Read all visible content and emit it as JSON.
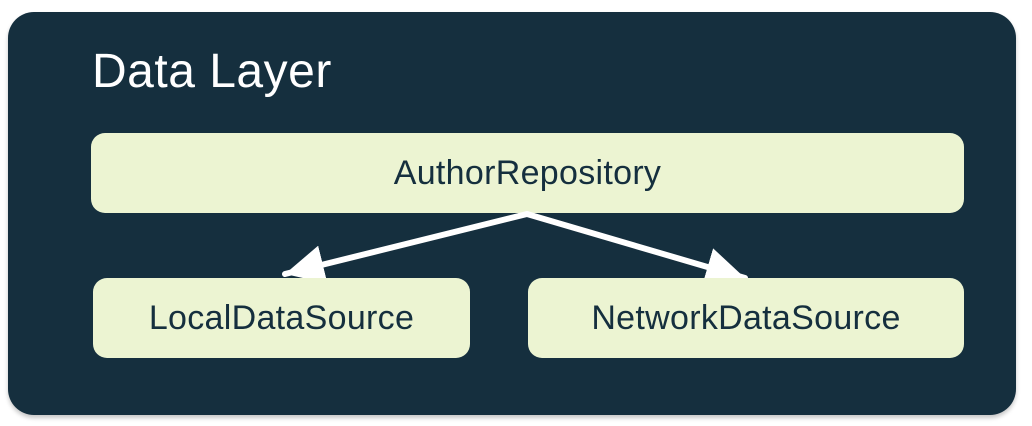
{
  "diagram": {
    "title": "Data Layer",
    "nodes": [
      {
        "id": "author-repository",
        "label": "AuthorRepository"
      },
      {
        "id": "local-data-source",
        "label": "LocalDataSource"
      },
      {
        "id": "network-data-source",
        "label": "NetworkDataSource"
      }
    ],
    "edges": [
      {
        "from": "AuthorRepository",
        "to": "LocalDataSource"
      },
      {
        "from": "AuthorRepository",
        "to": "NetworkDataSource"
      }
    ],
    "colors": {
      "page_bg": "#ffffff",
      "container_bg": "#152f3e",
      "node_bg": "#ecf4d2",
      "node_text": "#152f3e",
      "title_text": "#ffffff",
      "arrow": "#ffffff"
    }
  }
}
